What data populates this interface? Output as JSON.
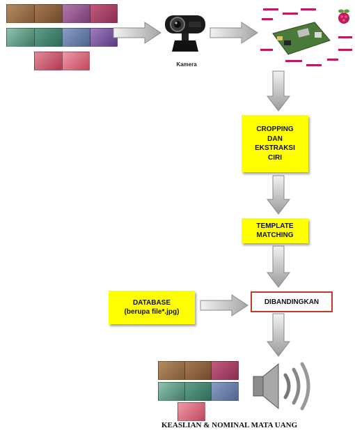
{
  "camera": {
    "label": "Kamera"
  },
  "steps": {
    "cropping": "CROPPING\nDAN\nEKSTRAKSI\nCIRI",
    "template": "TEMPLATE\nMATCHING",
    "database": "DATABASE\n(berupa file*.jpg)",
    "compare": "DIBANDINGKAN"
  },
  "output": {
    "caption": "KEASLIAN & NOMINAL MATA UANG"
  },
  "colors": {
    "step_box": "#ffff00",
    "compare_border": "#c0392b",
    "arrow_light": "#eeeeee",
    "arrow_dark": "#9a9a9a",
    "board_green": "#4a7a3a",
    "raspberry": "#c2185b",
    "banknote_red": "#d46a7a",
    "banknote_green": "#6fa08a",
    "banknote_purple": "#8e6aa8",
    "banknote_brown": "#a07a5a",
    "banknote_blue": "#7a8fb0"
  },
  "icons": [
    "banknotes-icon",
    "webcam-icon",
    "raspberry-pi-board-icon",
    "raspberry-logo-icon",
    "speaker-icon"
  ]
}
